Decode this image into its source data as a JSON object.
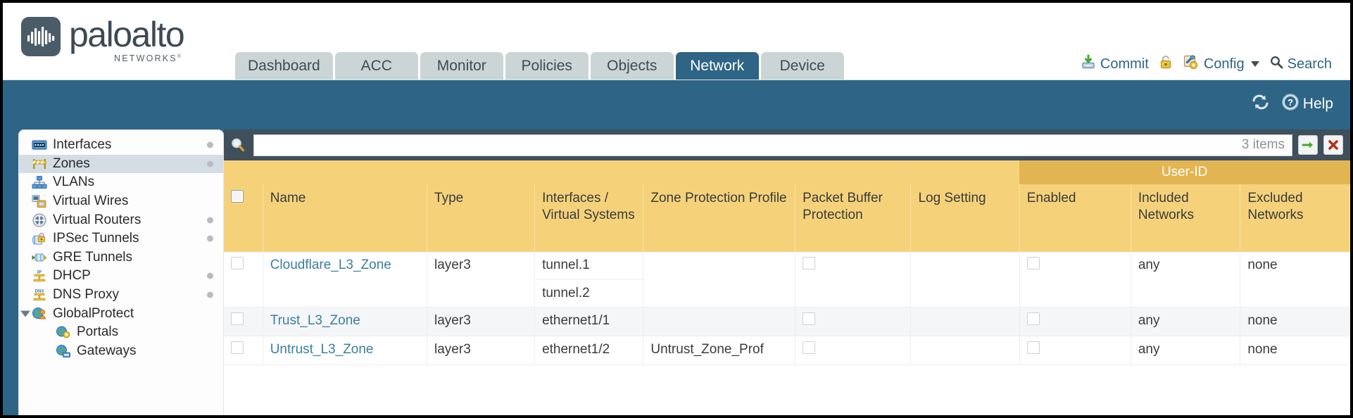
{
  "brand": {
    "word": "paloalto",
    "sub": "NETWORKS",
    "reg": "®",
    "logo_icon": "paloalto-logo-icon"
  },
  "nav": {
    "tabs": [
      {
        "label": "Dashboard",
        "active": false
      },
      {
        "label": "ACC",
        "active": false
      },
      {
        "label": "Monitor",
        "active": false
      },
      {
        "label": "Policies",
        "active": false
      },
      {
        "label": "Objects",
        "active": false
      },
      {
        "label": "Network",
        "active": true
      },
      {
        "label": "Device",
        "active": false
      }
    ]
  },
  "header_actions": {
    "commit": {
      "label": "Commit",
      "icon": "commit-save-icon"
    },
    "lock": {
      "icon": "padlock-icon"
    },
    "config": {
      "label": "Config",
      "icon": "config-wrench-icon",
      "caret": "chevron-down-icon"
    },
    "search": {
      "label": "Search",
      "icon": "search-icon"
    }
  },
  "subband": {
    "refresh": {
      "icon": "refresh-icon"
    },
    "help": {
      "label": "Help",
      "icon": "help-question-icon"
    }
  },
  "sidebar": {
    "items": [
      {
        "label": "Interfaces",
        "icon": "interfaces-icon",
        "dot": true,
        "selected": false,
        "child": false,
        "tree": false
      },
      {
        "label": "Zones",
        "icon": "zones-barrier-icon",
        "dot": true,
        "selected": true,
        "child": false,
        "tree": false
      },
      {
        "label": "VLANs",
        "icon": "vlans-icon",
        "dot": false,
        "selected": false,
        "child": false,
        "tree": false
      },
      {
        "label": "Virtual Wires",
        "icon": "virtual-wires-icon",
        "dot": false,
        "selected": false,
        "child": false,
        "tree": false
      },
      {
        "label": "Virtual Routers",
        "icon": "virtual-routers-icon",
        "dot": true,
        "selected": false,
        "child": false,
        "tree": false
      },
      {
        "label": "IPSec Tunnels",
        "icon": "ipsec-tunnels-icon",
        "dot": true,
        "selected": false,
        "child": false,
        "tree": false
      },
      {
        "label": "GRE Tunnels",
        "icon": "gre-tunnels-icon",
        "dot": false,
        "selected": false,
        "child": false,
        "tree": false
      },
      {
        "label": "DHCP",
        "icon": "dhcp-icon",
        "dot": true,
        "selected": false,
        "child": false,
        "tree": false
      },
      {
        "label": "DNS Proxy",
        "icon": "dns-proxy-icon",
        "dot": true,
        "selected": false,
        "child": false,
        "tree": false
      },
      {
        "label": "GlobalProtect",
        "icon": "globalprotect-icon",
        "dot": false,
        "selected": false,
        "child": false,
        "tree": true
      },
      {
        "label": "Portals",
        "icon": "portals-icon",
        "dot": false,
        "selected": false,
        "child": true,
        "tree": false
      },
      {
        "label": "Gateways",
        "icon": "gateways-icon",
        "dot": false,
        "selected": false,
        "child": true,
        "tree": false
      }
    ]
  },
  "search": {
    "value": "",
    "placeholder": "",
    "items_count": "3 items",
    "apply_icon": "green-arrow-icon",
    "clear_icon": "red-x-icon"
  },
  "table": {
    "group_header": {
      "label": "User-ID",
      "span": 3
    },
    "columns": [
      "Name",
      "Type",
      "Interfaces / Virtual Systems",
      "Zone Protection Profile",
      "Packet Buffer Protection",
      "Log Setting",
      "Enabled",
      "Included Networks",
      "Excluded Networks"
    ],
    "rows": [
      {
        "selected": false,
        "name": "Cloudflare_L3_Zone",
        "type": "layer3",
        "interfaces": [
          "tunnel.1",
          "tunnel.2"
        ],
        "zone_protection_profile": "",
        "packet_buffer_protection": false,
        "log_setting": "",
        "userid_enabled": false,
        "included_networks": "any",
        "excluded_networks": "none"
      },
      {
        "selected": false,
        "name": "Trust_L3_Zone",
        "type": "layer3",
        "interfaces": [
          "ethernet1/1"
        ],
        "zone_protection_profile": "",
        "packet_buffer_protection": false,
        "log_setting": "",
        "userid_enabled": false,
        "included_networks": "any",
        "excluded_networks": "none"
      },
      {
        "selected": false,
        "name": "Untrust_L3_Zone",
        "type": "layer3",
        "interfaces": [
          "ethernet1/2"
        ],
        "zone_protection_profile": "Untrust_Zone_Prof",
        "packet_buffer_protection": false,
        "log_setting": "",
        "userid_enabled": false,
        "included_networks": "any",
        "excluded_networks": "none"
      }
    ]
  },
  "colors": {
    "brand_blue": "#2e6485",
    "tab_inactive": "#ccd5d6",
    "table_header": "#f5d27a",
    "group_header": "#e3b552",
    "link": "#3b7e9e",
    "panel_dark": "#3f4f5c"
  }
}
